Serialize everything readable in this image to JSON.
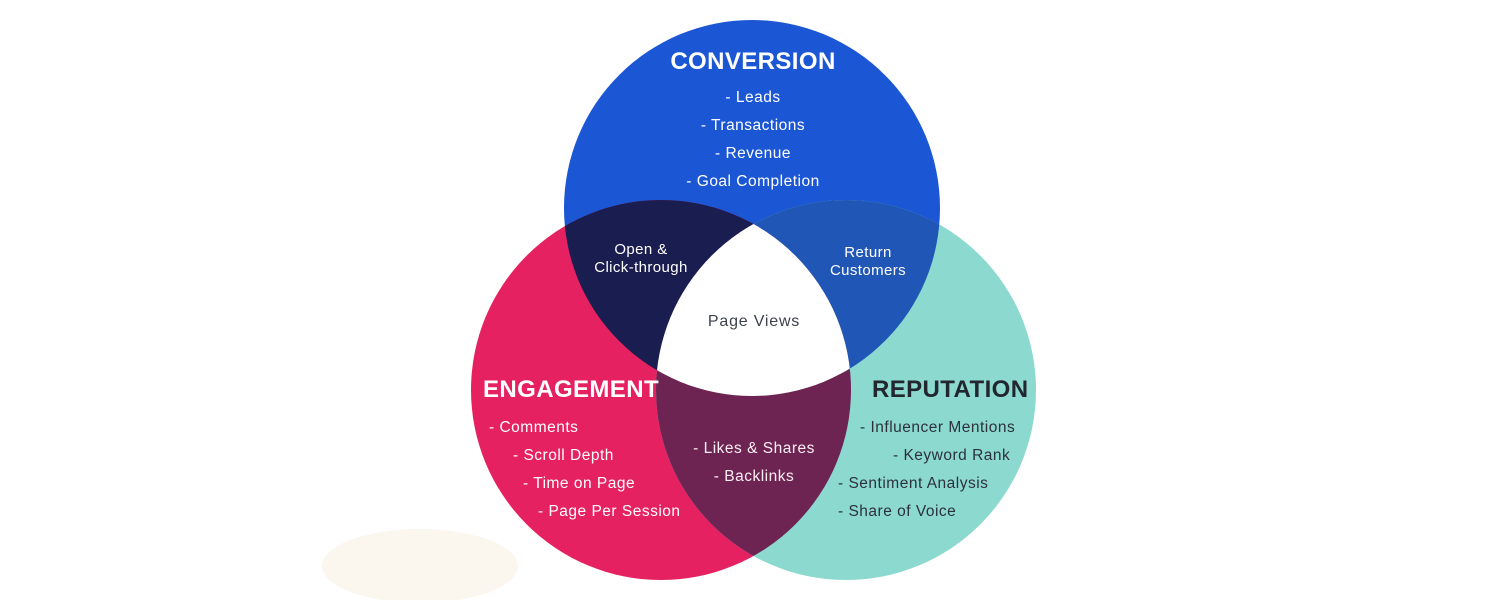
{
  "diagram": {
    "circles": {
      "conversion": {
        "title": "CONVERSION",
        "items": [
          "- Leads",
          "- Transactions",
          "- Revenue",
          "- Goal Completion"
        ]
      },
      "engagement": {
        "title": "ENGAGEMENT",
        "items": [
          "- Comments",
          "- Scroll Depth",
          "- Time on Page",
          "- Page Per Session"
        ]
      },
      "reputation": {
        "title": "REPUTATION",
        "items": [
          "- Influencer Mentions",
          "- Keyword Rank",
          "- Sentiment Analysis",
          "- Share of Voice"
        ]
      }
    },
    "overlaps": {
      "conversion_engagement": {
        "lines": [
          "Open &",
          "Click-through"
        ]
      },
      "conversion_reputation": {
        "lines": [
          "Return",
          "Customers"
        ]
      },
      "engagement_reputation": {
        "items": [
          "- Likes & Shares",
          "- Backlinks"
        ]
      },
      "center": {
        "label": "Page Views"
      }
    }
  },
  "colors": {
    "conversion_blue": "#1b56d4",
    "engagement_pink": "#e62161",
    "reputation_teal": "#8cd9d0",
    "conversion_engagement_navy": "#191d4f",
    "conversion_reputation_blue": "#2057b6",
    "engagement_reputation_maroon": "#6e2452",
    "center_white": "#ffffff",
    "watermark_blob": "#fbf7ef",
    "light_text": "#ffffff",
    "dark_text": "#2c313a",
    "center_text": "#3d424c"
  }
}
